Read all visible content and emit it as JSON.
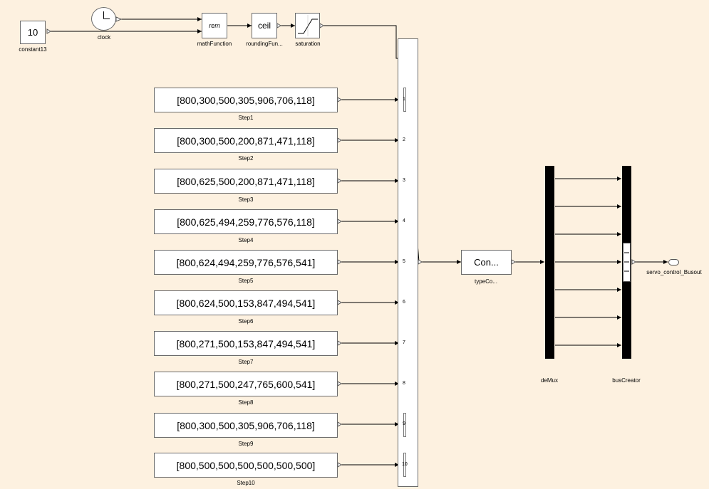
{
  "constant": {
    "value": "10",
    "label": "constant13"
  },
  "clock": {
    "label": "clock"
  },
  "math_function": {
    "text": "rem",
    "label": "mathFunction"
  },
  "rounding": {
    "text": "ceil",
    "label": "roundingFun..."
  },
  "saturation": {
    "label": "saturation"
  },
  "steps": [
    {
      "value": "[800,300,500,305,906,706,118]",
      "label": "Step1",
      "port": "1"
    },
    {
      "value": "[800,300,500,200,871,471,118]",
      "label": "Step2",
      "port": "2"
    },
    {
      "value": "[800,625,500,200,871,471,118]",
      "label": "Step3",
      "port": "3"
    },
    {
      "value": "[800,625,494,259,776,576,118]",
      "label": "Step4",
      "port": "4"
    },
    {
      "value": "[800,624,494,259,776,576,541]",
      "label": "Step5",
      "port": "5"
    },
    {
      "value": "[800,624,500,153,847,494,541]",
      "label": "Step6",
      "port": "6"
    },
    {
      "value": "[800,271,500,153,847,494,541]",
      "label": "Step7",
      "port": "7"
    },
    {
      "value": "[800,271,500,247,765,600,541]",
      "label": "Step8",
      "port": "8"
    },
    {
      "value": "[800,300,500,305,906,706,118]",
      "label": "Step9",
      "port": "9"
    },
    {
      "value": "[800,500,500,500,500,500,500]",
      "label": "Step10",
      "port": "10"
    }
  ],
  "type_conversion": {
    "text": "Con...",
    "label": "typeCo..."
  },
  "demux": {
    "label": "deMux"
  },
  "bus_creator": {
    "label": "busCreator"
  },
  "outport": {
    "label": "servo_control_Busout"
  },
  "colors": {
    "canvas": "#fdf1e0",
    "line": "#000000",
    "block_border": "#6b6b6b"
  }
}
